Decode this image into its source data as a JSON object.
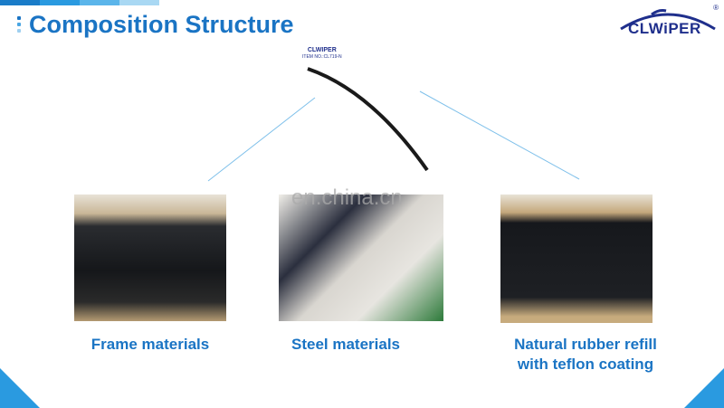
{
  "header": {
    "title": "Composition Structure"
  },
  "logo": {
    "text": "CLWiPER",
    "reg": "®"
  },
  "blade": {
    "brand": "CLWIPER",
    "item_no": "ITEM NO.:CL719-N"
  },
  "watermark": "en.china.cn",
  "items": [
    {
      "caption": "Frame materials"
    },
    {
      "caption": "Steel materials"
    },
    {
      "caption_line1": "Natural rubber refill",
      "caption_line2": "with teflon coating"
    }
  ],
  "colors": {
    "accent": "#1a74c4",
    "brand_dark": "#1f2f8c",
    "bar": [
      "#1a7cc8",
      "#2a9ae0",
      "#5bb5ea",
      "#a9d8f3"
    ]
  }
}
